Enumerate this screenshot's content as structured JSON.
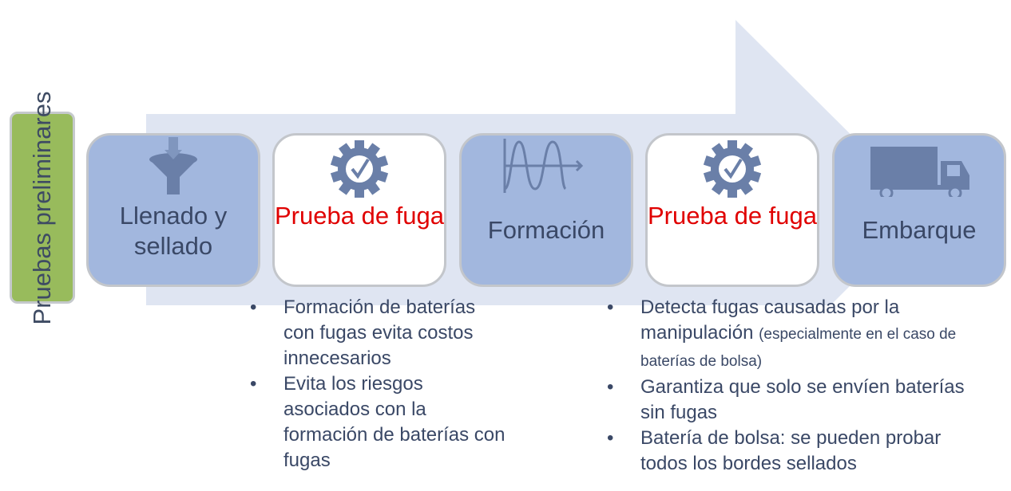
{
  "preliminary": "Pruebas preliminares",
  "steps": [
    {
      "label": "Llenado y sellado",
      "icon": "funnel-icon",
      "highlight": false
    },
    {
      "label": "Prueba de fuga",
      "icon": "gear-check-icon",
      "highlight": true
    },
    {
      "label": "Formación",
      "icon": "waveform-icon",
      "highlight": false
    },
    {
      "label": "Prueba de fuga",
      "icon": "gear-check-icon",
      "highlight": true
    },
    {
      "label": "Embarque",
      "icon": "truck-icon",
      "highlight": false
    }
  ],
  "notes_left": [
    "Formación de baterías con fugas evita costos innecesarios",
    "Evita los riesgos asociados con la formación de baterías con fugas"
  ],
  "notes_right": [
    {
      "main": "Detecta fugas causadas por la manipulación",
      "aside": "(especialmente en el caso de baterías de bolsa)"
    },
    {
      "main": "Garantiza que solo se envíen baterías sin fugas"
    },
    {
      "main": "Batería de bolsa: se pueden probar todos los bordes sellados"
    }
  ],
  "colors": {
    "arrow": "#dfe5f2",
    "box_blue": "#a2b7de",
    "icon": "#6a7fa8",
    "red": "#e00000",
    "text": "#3a4866",
    "green": "#98bb5c"
  }
}
